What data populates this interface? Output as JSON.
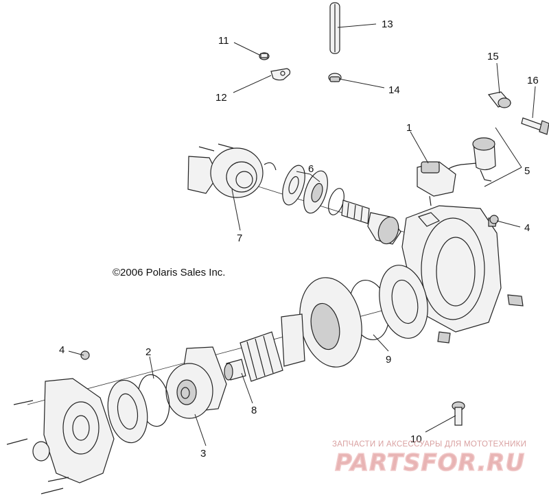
{
  "copyright": "©2006 Polaris Sales Inc.",
  "callouts": {
    "c1": "1",
    "c2": "2",
    "c3": "3",
    "c4a": "4",
    "c4b": "4",
    "c5": "5",
    "c6": "6",
    "c7": "7",
    "c8": "8",
    "c9": "9",
    "c10": "10",
    "c11": "11",
    "c12": "12",
    "c13": "13",
    "c14": "14",
    "c15": "15",
    "c16": "16"
  },
  "watermark": {
    "tagline": "ЗАПЧАСТИ И АКСЕССУАРЫ ДЛЯ МОТОТЕХНИКИ",
    "brand": "PARTSFOR.RU"
  }
}
